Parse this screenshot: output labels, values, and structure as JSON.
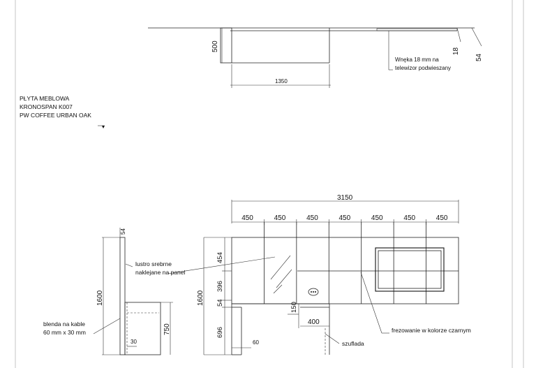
{
  "material_note": {
    "line1": "PŁYTA MEBLOWA",
    "line2": "KRONOSPAN K007",
    "line3": "PW COFFEE URBAN OAK"
  },
  "top_view": {
    "depth_dim": "500",
    "width_dim": "1350",
    "recess_note_line1": "Wnęka 18 mm na",
    "recess_note_line2": "telewizor podwieszany",
    "dim_18": "18",
    "dim_54": "54"
  },
  "front_view": {
    "total_width": "3150",
    "module_widths": [
      "450",
      "450",
      "450",
      "450",
      "450",
      "450",
      "450"
    ],
    "height_total": "1600",
    "heights": [
      "454",
      "396",
      "54",
      "696"
    ],
    "mirror_note_line1": "lustro srebrne",
    "mirror_note_line2": "naklejane na panel",
    "milling_note": "frezowanie w kolorze czarnym",
    "drawer_label": "szuflada",
    "dim_150": "150",
    "dim_400": "400",
    "dim_60": "60"
  },
  "side_view": {
    "height_total": "1600",
    "dim_top": "54",
    "dim_750": "750",
    "dim_30": "30",
    "blend_note_line1": "blenda na kable",
    "blend_note_line2": "60 mm x 30 mm"
  },
  "colors": {
    "line": "#222222",
    "text": "#111111",
    "border": "#d8d8d8"
  }
}
